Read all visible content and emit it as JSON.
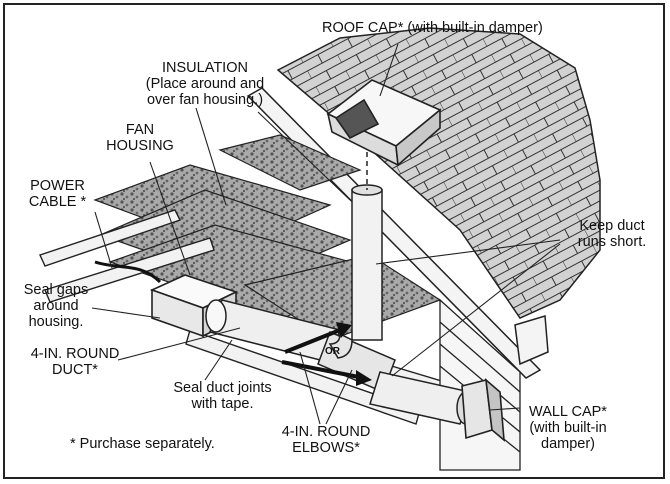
{
  "labels": {
    "roof_cap": "ROOF CAP* (with built-in damper)",
    "insulation": "INSULATION\n(Place around and\nover fan housing.)",
    "fan_housing": "FAN\nHOUSING",
    "power_cable": "POWER\nCABLE *",
    "seal_gaps": "Seal gaps\naround\nhousing.",
    "keep_duct": "Keep duct\nruns short.",
    "round_duct": "4-IN. ROUND\nDUCT*",
    "seal_joints": "Seal duct joints\nwith tape.",
    "or": "OR",
    "wall_cap": "WALL CAP*\n(with built-in\ndamper)",
    "elbows": "4-IN. ROUND\nELBOWS*",
    "purchase_note": "* Purchase separately."
  },
  "colors": {
    "line": "#1a1a1a",
    "roof_shade": "#cfcfcf",
    "insulation": "#8f8f8f",
    "component": "#eeeeee"
  }
}
